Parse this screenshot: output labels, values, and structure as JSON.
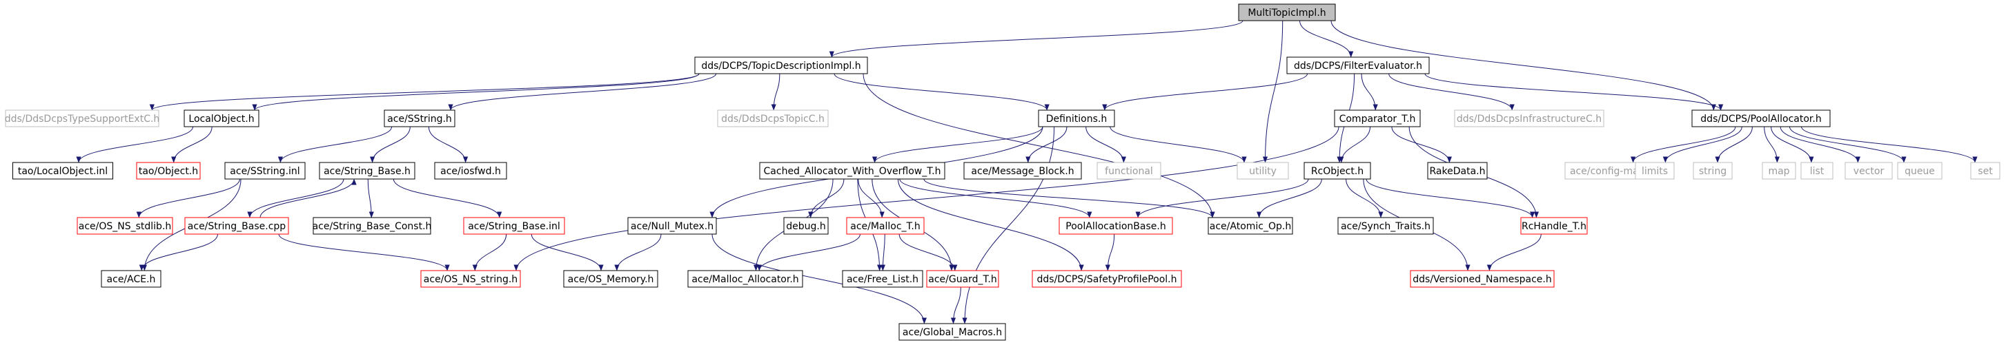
{
  "diagram": {
    "type": "include-dependency-graph",
    "colors": {
      "root_fill": "#bfbfbf",
      "normal_border": "#000000",
      "truncated_border": "#ff0000",
      "external_border": "#bfbfbf",
      "external_text": "#9a9a9a",
      "edge": "#191970",
      "text": "#000000"
    },
    "nodes": [
      {
        "id": "root",
        "label": "MultiTopicImpl.h",
        "kind": "root"
      },
      {
        "id": "topicdesc",
        "label": "dds/DCPS/TopicDescriptionImpl.h",
        "kind": "normal"
      },
      {
        "id": "filtereval",
        "label": "dds/DCPS/FilterEvaluator.h",
        "kind": "normal"
      },
      {
        "id": "ddstypesupport",
        "label": "dds/DdsDcpsTypeSupportExtC.h",
        "kind": "external"
      },
      {
        "id": "localobject",
        "label": "LocalObject.h",
        "kind": "normal"
      },
      {
        "id": "sstring",
        "label": "ace/SString.h",
        "kind": "normal"
      },
      {
        "id": "topicc",
        "label": "dds/DdsDcpsTopicC.h",
        "kind": "external"
      },
      {
        "id": "definitions",
        "label": "Definitions.h",
        "kind": "normal"
      },
      {
        "id": "comparator",
        "label": "Comparator_T.h",
        "kind": "normal"
      },
      {
        "id": "infrastructurec",
        "label": "dds/DdsDcpsInfrastructureC.h",
        "kind": "external"
      },
      {
        "id": "poolallocator",
        "label": "dds/DCPS/PoolAllocator.h",
        "kind": "normal"
      },
      {
        "id": "localobject_inl",
        "label": "tao/LocalObject.inl",
        "kind": "normal"
      },
      {
        "id": "tao_object",
        "label": "tao/Object.h",
        "kind": "truncated"
      },
      {
        "id": "sstring_inl",
        "label": "ace/SString.inl",
        "kind": "normal"
      },
      {
        "id": "string_base_h",
        "label": "ace/String_Base.h",
        "kind": "normal"
      },
      {
        "id": "iosfwd",
        "label": "ace/iosfwd.h",
        "kind": "normal"
      },
      {
        "id": "cached_alloc",
        "label": "Cached_Allocator_With_Overflow_T.h",
        "kind": "normal"
      },
      {
        "id": "message_block",
        "label": "ace/Message_Block.h",
        "kind": "normal"
      },
      {
        "id": "functional",
        "label": "functional",
        "kind": "external"
      },
      {
        "id": "utility",
        "label": "utility",
        "kind": "external"
      },
      {
        "id": "rcobject",
        "label": "RcObject.h",
        "kind": "normal"
      },
      {
        "id": "rakedata",
        "label": "RakeData.h",
        "kind": "normal"
      },
      {
        "id": "config_macros",
        "label": "ace/config-macros.h",
        "kind": "external"
      },
      {
        "id": "limits",
        "label": "limits",
        "kind": "external"
      },
      {
        "id": "string",
        "label": "string",
        "kind": "external"
      },
      {
        "id": "map",
        "label": "map",
        "kind": "external"
      },
      {
        "id": "list",
        "label": "list",
        "kind": "external"
      },
      {
        "id": "vector",
        "label": "vector",
        "kind": "external"
      },
      {
        "id": "queue",
        "label": "queue",
        "kind": "external"
      },
      {
        "id": "set",
        "label": "set",
        "kind": "external"
      },
      {
        "id": "os_ns_stdlib",
        "label": "ace/OS_NS_stdlib.h",
        "kind": "truncated"
      },
      {
        "id": "string_base_cpp",
        "label": "ace/String_Base.cpp",
        "kind": "truncated"
      },
      {
        "id": "string_base_const",
        "label": "ace/String_Base_Const.h",
        "kind": "normal"
      },
      {
        "id": "string_base_inl",
        "label": "ace/String_Base.inl",
        "kind": "truncated"
      },
      {
        "id": "null_mutex",
        "label": "ace/Null_Mutex.h",
        "kind": "normal"
      },
      {
        "id": "debug",
        "label": "debug.h",
        "kind": "normal"
      },
      {
        "id": "malloc_t",
        "label": "ace/Malloc_T.h",
        "kind": "truncated"
      },
      {
        "id": "poolallocbase",
        "label": "PoolAllocationBase.h",
        "kind": "truncated"
      },
      {
        "id": "atomic_op",
        "label": "ace/Atomic_Op.h",
        "kind": "normal"
      },
      {
        "id": "synch_traits",
        "label": "ace/Synch_Traits.h",
        "kind": "normal"
      },
      {
        "id": "rchandle",
        "label": "RcHandle_T.h",
        "kind": "truncated"
      },
      {
        "id": "ace_ace",
        "label": "ace/ACE.h",
        "kind": "normal"
      },
      {
        "id": "os_ns_string",
        "label": "ace/OS_NS_string.h",
        "kind": "truncated"
      },
      {
        "id": "os_memory",
        "label": "ace/OS_Memory.h",
        "kind": "normal"
      },
      {
        "id": "malloc_allocator",
        "label": "ace/Malloc_Allocator.h",
        "kind": "normal"
      },
      {
        "id": "free_list",
        "label": "ace/Free_List.h",
        "kind": "normal"
      },
      {
        "id": "guard_t",
        "label": "ace/Guard_T.h",
        "kind": "truncated"
      },
      {
        "id": "safetyprofilepool",
        "label": "dds/DCPS/SafetyProfilePool.h",
        "kind": "truncated"
      },
      {
        "id": "versioned_ns",
        "label": "dds/Versioned_Namespace.h",
        "kind": "truncated"
      },
      {
        "id": "global_macros",
        "label": "ace/Global_Macros.h",
        "kind": "normal"
      }
    ],
    "edges": [
      [
        "root",
        "topicdesc"
      ],
      [
        "root",
        "filtereval"
      ],
      [
        "root",
        "utility"
      ],
      [
        "root",
        "poolallocator"
      ],
      [
        "topicdesc",
        "ddstypesupport"
      ],
      [
        "topicdesc",
        "localobject"
      ],
      [
        "topicdesc",
        "sstring"
      ],
      [
        "topicdesc",
        "topicc"
      ],
      [
        "topicdesc",
        "definitions"
      ],
      [
        "topicdesc",
        "atomic_op"
      ],
      [
        "filtereval",
        "definitions"
      ],
      [
        "filtereval",
        "comparator"
      ],
      [
        "filtereval",
        "rcobject"
      ],
      [
        "filtereval",
        "infrastructurec"
      ],
      [
        "filtereval",
        "poolallocator"
      ],
      [
        "localobject",
        "localobject_inl"
      ],
      [
        "localobject",
        "tao_object"
      ],
      [
        "sstring",
        "sstring_inl"
      ],
      [
        "sstring",
        "string_base_h"
      ],
      [
        "sstring",
        "iosfwd"
      ],
      [
        "sstring_inl",
        "os_ns_stdlib"
      ],
      [
        "sstring_inl",
        "ace_ace"
      ],
      [
        "string_base_h",
        "string_base_cpp"
      ],
      [
        "string_base_h",
        "string_base_const"
      ],
      [
        "string_base_h",
        "string_base_inl"
      ],
      [
        "string_base_cpp",
        "string_base_h"
      ],
      [
        "string_base_cpp",
        "ace_ace"
      ],
      [
        "string_base_cpp",
        "os_ns_string"
      ],
      [
        "string_base_inl",
        "os_ns_string"
      ],
      [
        "string_base_inl",
        "os_memory"
      ],
      [
        "definitions",
        "cached_alloc"
      ],
      [
        "definitions",
        "message_block"
      ],
      [
        "definitions",
        "functional"
      ],
      [
        "definitions",
        "utility"
      ],
      [
        "definitions",
        "null_mutex"
      ],
      [
        "definitions",
        "global_macros"
      ],
      [
        "comparator",
        "rcobject"
      ],
      [
        "comparator",
        "rakedata"
      ],
      [
        "comparator",
        "rchandle"
      ],
      [
        "comparator",
        "os_ns_string"
      ],
      [
        "poolallocator",
        "config_macros"
      ],
      [
        "poolallocator",
        "limits"
      ],
      [
        "poolallocator",
        "string"
      ],
      [
        "poolallocator",
        "map"
      ],
      [
        "poolallocator",
        "list"
      ],
      [
        "poolallocator",
        "vector"
      ],
      [
        "poolallocator",
        "queue"
      ],
      [
        "poolallocator",
        "set"
      ],
      [
        "cached_alloc",
        "malloc_allocator"
      ],
      [
        "cached_alloc",
        "debug"
      ],
      [
        "cached_alloc",
        "malloc_t"
      ],
      [
        "cached_alloc",
        "free_list"
      ],
      [
        "cached_alloc",
        "guard_t"
      ],
      [
        "cached_alloc",
        "poolallocbase"
      ],
      [
        "cached_alloc",
        "safetyprofilepool"
      ],
      [
        "cached_alloc",
        "atomic_op"
      ],
      [
        "rcobject",
        "poolallocbase"
      ],
      [
        "rcobject",
        "atomic_op"
      ],
      [
        "rcobject",
        "synch_traits"
      ],
      [
        "rcobject",
        "rchandle"
      ],
      [
        "rcobject",
        "versioned_ns"
      ],
      [
        "null_mutex",
        "os_memory"
      ],
      [
        "null_mutex",
        "global_macros"
      ],
      [
        "malloc_t",
        "malloc_allocator"
      ],
      [
        "malloc_t",
        "free_list"
      ],
      [
        "malloc_t",
        "guard_t"
      ],
      [
        "poolallocbase",
        "safetyprofilepool"
      ],
      [
        "rchandle",
        "versioned_ns"
      ],
      [
        "guard_t",
        "global_macros"
      ]
    ]
  }
}
